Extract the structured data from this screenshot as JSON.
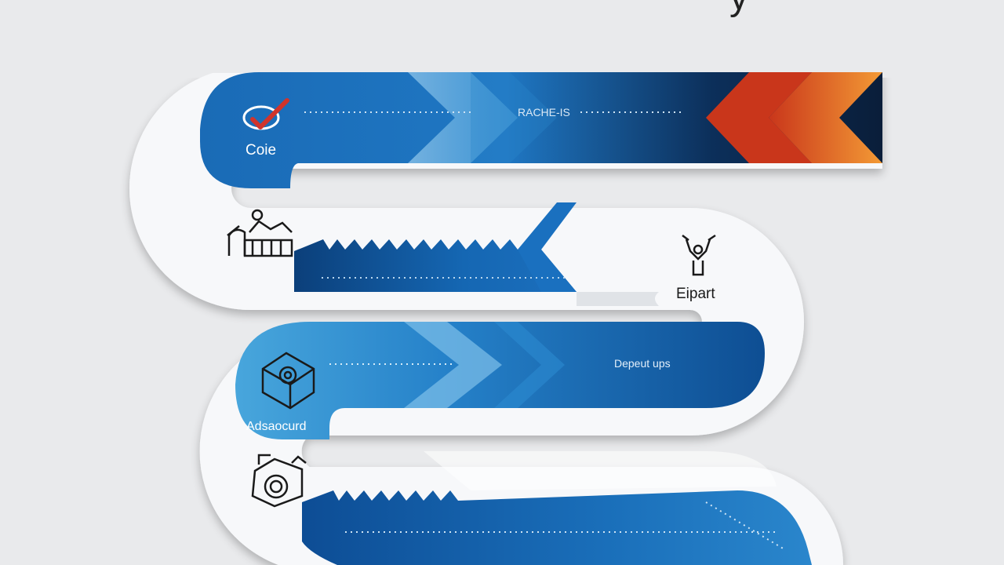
{
  "title_fragment": "y",
  "stages": [
    {
      "label": "Coie",
      "icon": "checkmark-icon"
    },
    {
      "label": "",
      "icon": "factory-icon"
    },
    {
      "label": "Eipart",
      "icon": "robot-arm-icon"
    },
    {
      "label": "Adsaocurd",
      "icon": "gear-box-icon"
    },
    {
      "label": "",
      "icon": "engine-icon"
    }
  ],
  "band_texts": {
    "band1": "RACHE-IS",
    "band3": "Depeut ups"
  },
  "colors": {
    "blue_dark": "#0b3f7a",
    "blue_mid": "#1567b3",
    "blue_light": "#48a6dc",
    "orange": "#f08a2a",
    "red_orange": "#d2431e",
    "background": "#e9eaec"
  }
}
